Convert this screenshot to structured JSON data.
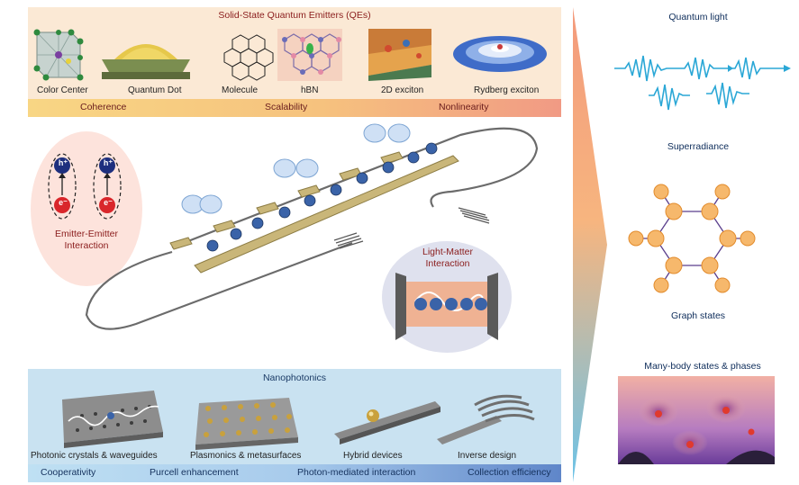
{
  "top_panel": {
    "title": "Solid-State Quantum Emitters (QEs)",
    "emitters": [
      {
        "label": "Color Center"
      },
      {
        "label": "Quantum Dot"
      },
      {
        "label": "Molecule"
      },
      {
        "label": "hBN"
      },
      {
        "label": "2D exciton"
      },
      {
        "label": "Rydberg exciton"
      }
    ],
    "properties": [
      "Coherence",
      "Scalability",
      "Nonlinearity"
    ]
  },
  "center": {
    "emitter_emitter": {
      "line1": "Emitter-Emitter",
      "line2": "Interaction",
      "hole_symbol": "h⁺",
      "electron_symbol": "e⁻"
    },
    "light_matter": {
      "line1": "Light-Matter",
      "line2": "Interaction"
    }
  },
  "bottom_panel": {
    "title": "Nanophotonics",
    "devices": [
      {
        "label": "Photonic crystals  & waveguides"
      },
      {
        "label": "Plasmonics  & metasurfaces"
      },
      {
        "label": "Hybrid devices"
      },
      {
        "label": "Inverse design"
      }
    ],
    "properties": [
      "Cooperativity",
      "Purcell enhancement",
      "Photon-mediated interaction",
      "Collection efficiency"
    ]
  },
  "right_panel": {
    "items": [
      {
        "label": "Quantum light"
      },
      {
        "label": "Superradiance"
      },
      {
        "label": "Graph states"
      },
      {
        "label": "Many-body states & phases"
      }
    ]
  },
  "colors": {
    "top_bg": "#fbe9d5",
    "top_bar_left": "#f8d684",
    "top_bar_right": "#f19a84",
    "bottom_bg": "#c9e2f1",
    "bottom_bar_left": "#bfe0f3",
    "bottom_bar_right": "#5f86c9",
    "arrow_top": "#f39a7c",
    "arrow_bottom": "#6bc3e8",
    "wave": "#2aa7d6",
    "node": "#f6b86c",
    "gold": "#c9b679"
  }
}
